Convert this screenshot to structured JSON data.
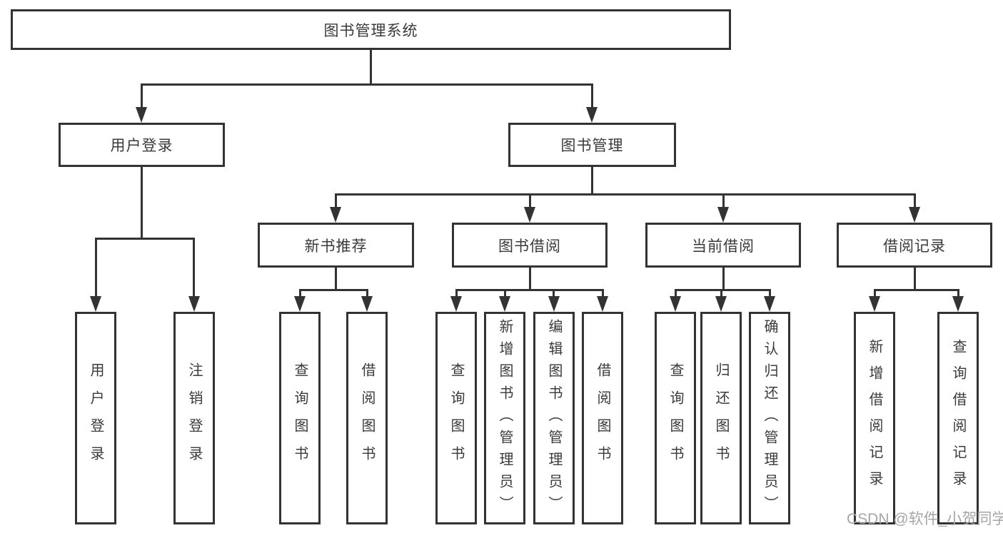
{
  "page": {
    "background": "#ffffff"
  },
  "colors": {
    "line": "#333333",
    "box_border": "#333333",
    "box_fill": "#ffffff",
    "text": "#3a3a3a",
    "watermark": "#a6a6a6"
  },
  "watermark": {
    "text": "CSDN @软件_小贺同学"
  },
  "nodes": {
    "root": {
      "label": "图书管理系统"
    },
    "user_login_group": {
      "label": "用户登录"
    },
    "book_mgmt": {
      "label": "图书管理"
    },
    "user_login": {
      "label": "用户登录"
    },
    "logout": {
      "label": "注销登录"
    },
    "new_book_rec": {
      "label": "新书推荐"
    },
    "book_borrow": {
      "label": "图书借阅"
    },
    "current_borrow": {
      "label": "当前借阅"
    },
    "borrow_records": {
      "label": "借阅记录"
    },
    "nb_query": {
      "label": "查询图书"
    },
    "nb_borrow": {
      "label": "借阅图书"
    },
    "bb_query": {
      "label": "查询图书"
    },
    "bb_add": {
      "label": "新增图书（管理员）"
    },
    "bb_edit": {
      "label": "编辑图书（管理员）"
    },
    "bb_borrow": {
      "label": "借阅图书"
    },
    "cb_query": {
      "label": "查询图书"
    },
    "cb_return": {
      "label": "归还图书"
    },
    "cb_confirm": {
      "label": "确认归还（管理员）"
    },
    "br_add": {
      "label": "新增借阅记录"
    },
    "br_query": {
      "label": "查询借阅记录"
    }
  },
  "hierarchy": {
    "图书管理系统": {
      "用户登录": [
        "用户登录",
        "注销登录"
      ],
      "图书管理": {
        "新书推荐": [
          "查询图书",
          "借阅图书"
        ],
        "图书借阅": [
          "查询图书",
          "新增图书（管理员）",
          "编辑图书（管理员）",
          "借阅图书"
        ],
        "当前借阅": [
          "查询图书",
          "归还图书",
          "确认归还（管理员）"
        ],
        "借阅记录": [
          "新增借阅记录",
          "查询借阅记录"
        ]
      }
    }
  }
}
